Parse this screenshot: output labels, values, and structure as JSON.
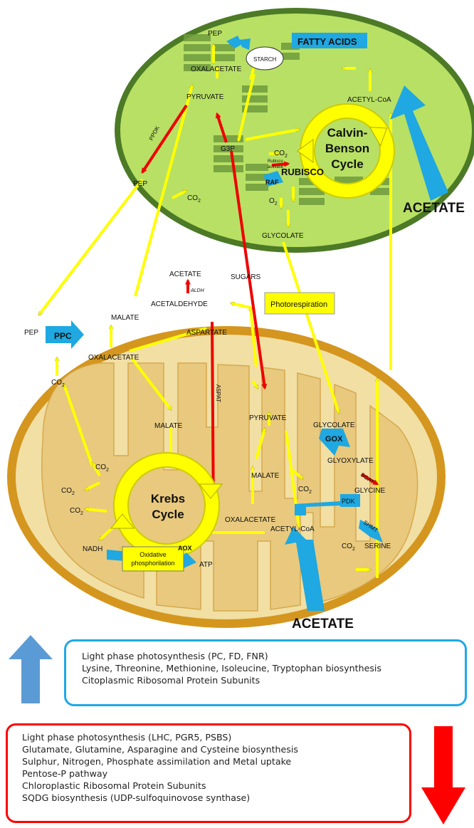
{
  "chloroplast": {
    "labels": {
      "pep_top": "PEP",
      "oxalacetate_top": "OXALACETATE",
      "starch": "STARCH",
      "fatty_acids": "FATTY ACIDS",
      "acetyl_coa_top": "ACETYL-CoA",
      "pyruvate_top": "PYRUVATE",
      "ppdk": "PPDK",
      "g3p": "G3P",
      "co2_top": "CO",
      "rubisco_activase_1": "Rubisco",
      "rubisco_activase_2": "activase",
      "rubisco": "RUBISCO",
      "raf": "RAF",
      "o2": "O",
      "glycolate_top": "GLYCOLATE",
      "pep_left": "PEP",
      "co2_left": "CO"
    },
    "calvin_cycle": {
      "line1": "Calvin-",
      "line2": "Benson",
      "line3": "Cycle"
    }
  },
  "cytosol": {
    "labels": {
      "acetate_top": "ACETATE",
      "aldh": "ALDH",
      "sugars": "SUGARS",
      "acetaldehyde": "ACETALDEHYDE",
      "photorespiration": "Photorespiration",
      "malate_cyto": "MALATE",
      "pep": "PEP",
      "ppc": "PPC",
      "aspartate": "ASPARTATE",
      "oxalacetate_cyto": "OXALACETATE",
      "co2_cyto": "CO"
    }
  },
  "mitochondrion": {
    "labels": {
      "aspat": "ASPAT",
      "malate_left": "MALATE",
      "pyruvate": "PYRUVATE",
      "glycolate": "GLYCOLATE",
      "gox": "GOX",
      "glyoxylate": "GLYOXYLATE",
      "sgat": "SGAT",
      "glycine": "GLYCINE",
      "shmt": "SHMT",
      "co2_shmt": "CO",
      "serine": "SERINE",
      "malate_mid": "MALATE",
      "co2_pdk": "CO",
      "pdk": "PDK",
      "oxalacetate": "OXALACETATE",
      "acetyl_coa": "ACETYL-CoA",
      "co2_k1": "CO",
      "co2_k2": "CO",
      "co2_k3": "CO",
      "nadh": "NADH",
      "aox": "AOX",
      "oxphos_1": "Oxidative",
      "oxphos_2": "phosphorilation",
      "atp": "ATP"
    },
    "krebs_cycle": {
      "line1": "Krebs",
      "line2": "Cycle"
    }
  },
  "external": {
    "acetate_right": "ACETATE",
    "acetate_bottom": "ACETATE"
  },
  "subscript_2": "2",
  "legend": {
    "upregulated": [
      "Light phase photosynthesis (PC, FD, FNR)",
      "Lysine, Threonine, Methionine, Isoleucine, Tryptophan biosynthesis",
      "Citoplasmic Ribosomal Protein Subunits"
    ],
    "downregulated": [
      "Light phase photosynthesis (LHC, PGR5, PSBS)",
      "Glutamate, Glutamine, Asparagine and Cysteine biosynthesis",
      "Sulphur, Nitrogen, Phosphate assimilation and Metal uptake",
      "Pentose-P pathway",
      "Chloroplastic Ribosomal Protein Subunits",
      "SQDG biosynthesis (UDP-sulfoquinovose synthase)"
    ]
  },
  "colors": {
    "chloroplast_fill": "#b8e065",
    "chloroplast_border": "#4c7a26",
    "thylakoid": "#6f9b3c",
    "mito_outer": "#d4961e",
    "mito_inner": "#f1dfa4",
    "mito_matrix": "#e8c97e",
    "arrow_yellow": "#ffff00",
    "arrow_red": "#ee0000",
    "enzyme_blue": "#1fa8e1",
    "legend_up": "#5b9bd5",
    "legend_down": "#ff0000"
  }
}
